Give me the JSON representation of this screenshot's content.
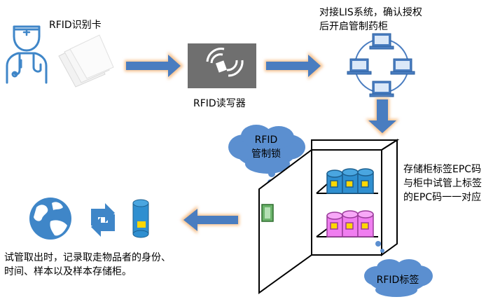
{
  "labels": {
    "card": "RFID识别卡",
    "reader": "RFID读写器",
    "lis_line1": "对接LIS系统，确认授权",
    "lis_line2": "后开启管制药柜",
    "lock_line1": "RFID",
    "lock_line2": "管制锁",
    "epc_line1": "存储柜标签EPC码",
    "epc_line2": "与柜中试管上标签",
    "epc_line3": "的EPC码一一对应",
    "tag": "RFID标签",
    "record_line1": "试管取出时，记录取走物品者的身份、",
    "record_line2": "时间、样本以及样本存储柜。"
  },
  "colors": {
    "arrow_fill": "#4a7dc0",
    "arrow_glow": "#f6c08a",
    "cloud": "#5b8fd0",
    "icon_blue": "#3f86c8",
    "tube_blue": "#2f8fd0",
    "tube_pink": "#f07ef0",
    "tag_yellow": "#ffd700",
    "reader_gray": "#6f6f6f"
  },
  "icons": [
    "doctor-icon",
    "cards-icon",
    "rfid-reader-icon",
    "network-icon",
    "cabinet-icon",
    "globe-icon",
    "refresh-icon",
    "tube-icon"
  ]
}
